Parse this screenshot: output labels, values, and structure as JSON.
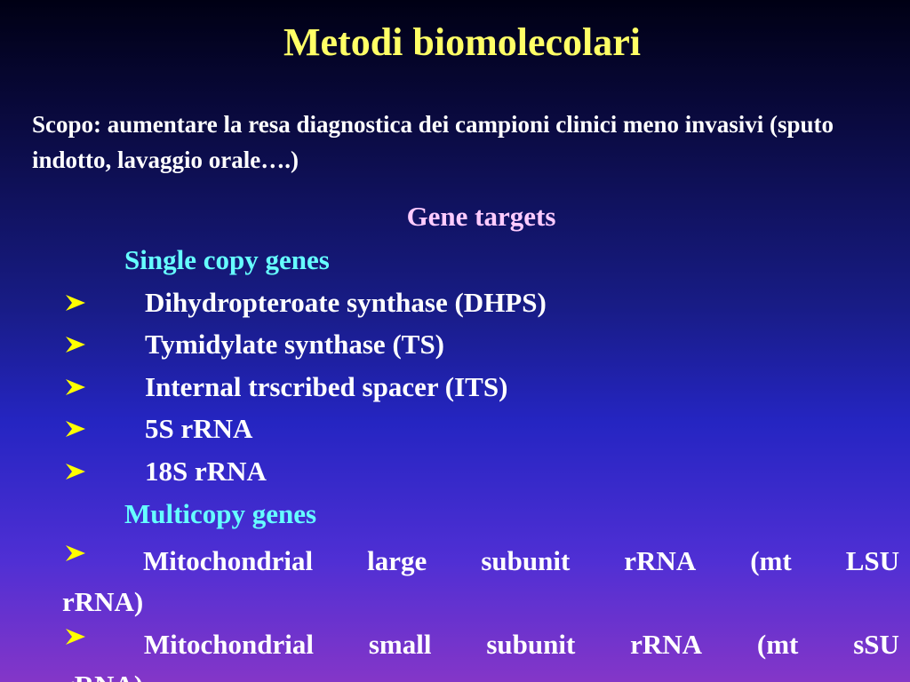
{
  "slide": {
    "title": "Metodi biomolecolari",
    "intro": "Scopo: aumentare la resa diagnostica dei campioni clinici meno invasivi (sputo indotto, lavaggio orale….)",
    "gene_targets_heading": "Gene targets",
    "single_copy_heading": "Single copy genes",
    "single_copy_items": [
      "Dihydropteroate synthase (DHPS)",
      "Tymidylate synthase (TS)",
      "Internal trscribed spacer (ITS)",
      "5S rRNA",
      "18S rRNA"
    ],
    "multicopy_heading": "Multicopy genes",
    "multicopy_items": [
      {
        "words": [
          "Mitochondrial",
          "large",
          "subunit",
          "rRNA",
          "(mt",
          "LSU"
        ],
        "continuation": "rRNA)"
      },
      {
        "words": [
          "Mitochondrial",
          "small",
          "subunit",
          "rRNA",
          "(mt",
          "sSU"
        ],
        "continuation": "rRNA)"
      }
    ],
    "bullet_icon": "arrowhead-bullet-icon",
    "colors": {
      "title": "#ffff66",
      "gene_targets": "#ffccff",
      "subheadings": "#66ffff",
      "bullet_arrow": "#ffff00",
      "body_text": "#ffffff"
    }
  }
}
